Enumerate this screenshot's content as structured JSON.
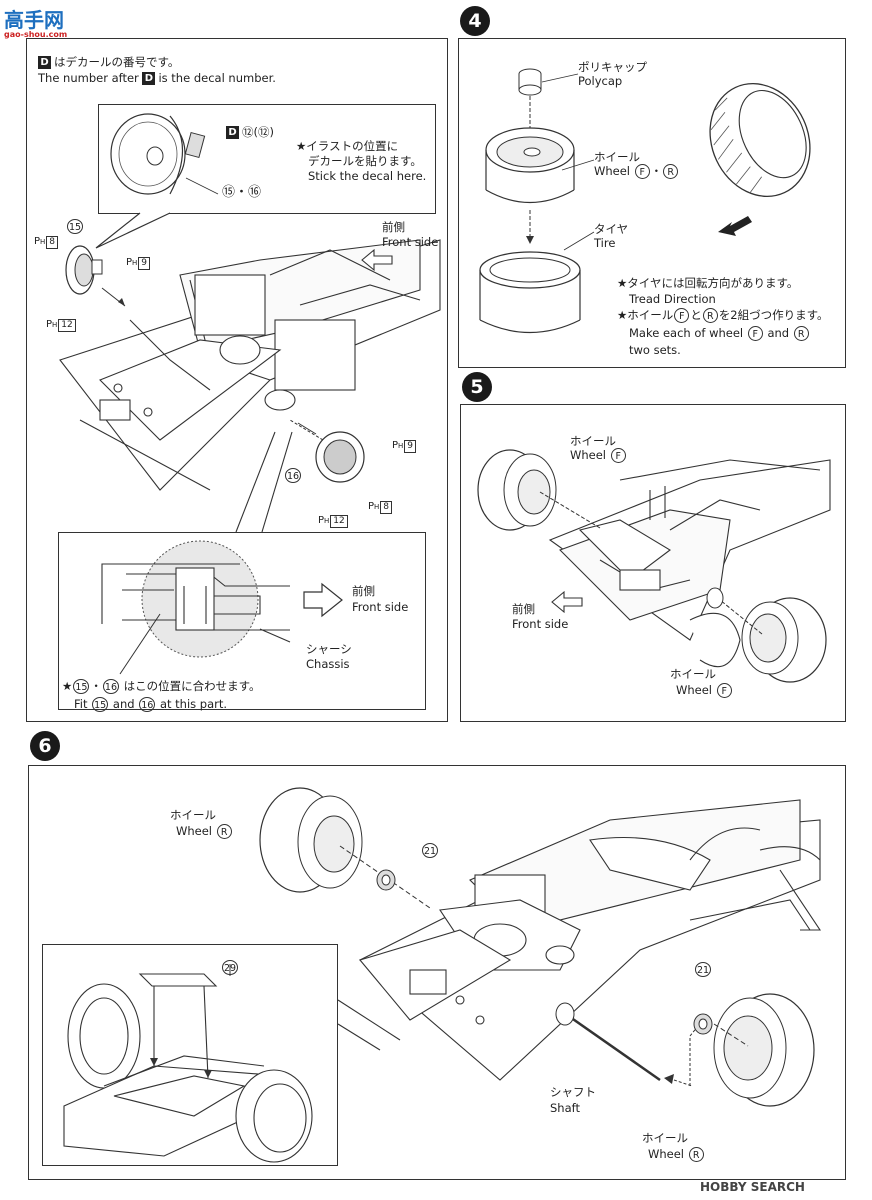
{
  "watermark": {
    "top_left_text": "高手网",
    "top_left_url": "gao-shou.com",
    "bottom_right_text": "HOBBY SEARCH"
  },
  "step3": {
    "decal_note_ja": "はデカールの番号です。",
    "decal_note_en_1": "The number after",
    "decal_note_en_2": "is the decal number.",
    "decal_box_letter": "D",
    "decal_ref_a": "⑫",
    "decal_ref_b": "(⑫)",
    "inset_star_ja": "★イラストの位置に",
    "inset_ja_2": "デカールを貼ります。",
    "inset_en": "Stick the decal here.",
    "inset_parts": "⑮・⑯",
    "part_15": "15",
    "part_16": "16",
    "ph_prefix": "P",
    "ph_sub": "H",
    "ph_8": "8",
    "ph_9": "9",
    "ph_12": "12",
    "front_ja": "前側",
    "front_en": "Front side",
    "detail_front_ja": "前側",
    "detail_front_en": "Front side",
    "chassis_ja": "シャーシ",
    "chassis_en": "Chassis",
    "fit_note_ja": "はこの位置に合わせます。",
    "fit_note_en_1": "Fit",
    "fit_note_en_and": "and",
    "fit_note_en_2": "at this part."
  },
  "step4": {
    "number": "4",
    "polycap_ja": "ポリキャップ",
    "polycap_en": "Polycap",
    "wheel_ja": "ホイール",
    "wheel_en": "Wheel",
    "wheel_f": "F",
    "wheel_r": "R",
    "dot": "・",
    "tire_ja": "タイヤ",
    "tire_en": "Tire",
    "tread_ja": "★タイヤには回転方向があります。",
    "tread_en": "Tread Direction",
    "sets_ja_1": "★ホイール",
    "sets_ja_and": "と",
    "sets_ja_2": "を2組づつ作ります。",
    "sets_en_1": "Make each of wheel",
    "sets_en_and": "and",
    "sets_en_2": "two sets."
  },
  "step5": {
    "number": "5",
    "wheel_ja": "ホイール",
    "wheel_en": "Wheel",
    "wheel_f": "F",
    "front_ja": "前側",
    "front_en": "Front side"
  },
  "step6": {
    "number": "6",
    "wheel_ja": "ホイール",
    "wheel_en": "Wheel",
    "wheel_r": "R",
    "part_21": "21",
    "part_29": "29",
    "shaft_ja": "シャフト",
    "shaft_en": "Shaft"
  }
}
